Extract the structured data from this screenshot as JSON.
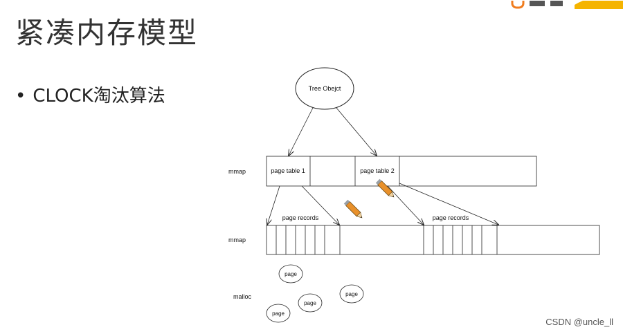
{
  "slide": {
    "title": "紧凑内存模型",
    "bullet": "CLOCK淘汰算法"
  },
  "diagram": {
    "tree_node": "Tree Obejct",
    "row1_label": "mmap",
    "row2_label": "mmap",
    "row3_label": "malloc",
    "page_table_1": "page table 1",
    "page_table_2": "page table 2",
    "page_records_1": "page records",
    "page_records_2": "page records",
    "page_nodes": [
      "page",
      "page",
      "page",
      "page"
    ]
  },
  "watermark": "CSDN @uncle_ll",
  "colors": {
    "logo_orange": "#f07c1e",
    "pencil": "#e8902a",
    "stroke": "#222222"
  }
}
